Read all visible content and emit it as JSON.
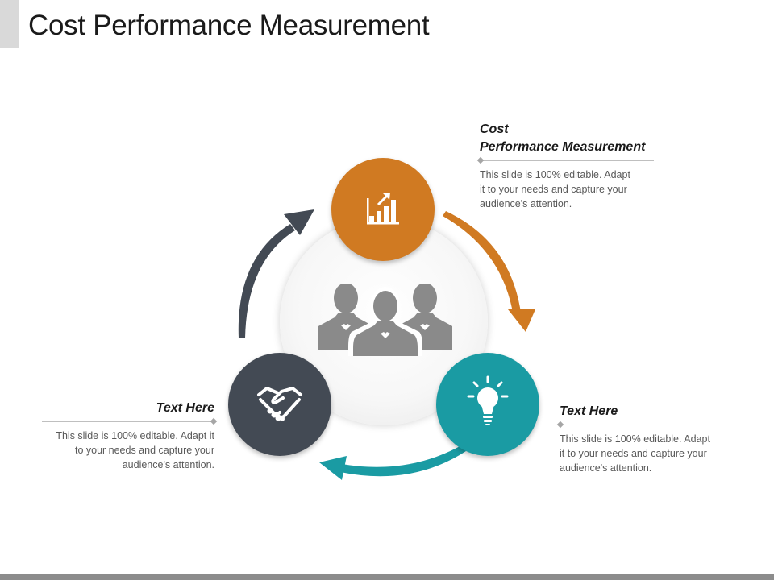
{
  "slide": {
    "title": "Cost Performance Measurement"
  },
  "colors": {
    "orange": "#d07a22",
    "teal": "#1a9ba3",
    "slate": "#434a54",
    "gray_icon": "#8a8a8a"
  },
  "nodes": {
    "top": {
      "icon": "bar-chart-growth-icon",
      "color": "#d07a22"
    },
    "right": {
      "icon": "lightbulb-icon",
      "color": "#1a9ba3"
    },
    "left": {
      "icon": "handshake-icon",
      "color": "#434a54"
    },
    "center": {
      "icon": "business-team-icon"
    }
  },
  "callouts": {
    "top": {
      "heading_line1": "Cost",
      "heading_line2": "Performance Measurement",
      "body_line1": "This slide is 100% editable. Adapt",
      "body_line2": "it to your needs and capture your",
      "body_line3": "audience's attention."
    },
    "right": {
      "heading": "Text Here",
      "body_line1": "This slide is 100% editable. Adapt",
      "body_line2": "it to your needs and capture your",
      "body_line3": "audience's attention."
    },
    "left": {
      "heading": "Text Here",
      "body_line1": "This slide is 100% editable. Adapt it",
      "body_line2": "to your needs and capture your",
      "body_line3": "audience's attention."
    }
  }
}
